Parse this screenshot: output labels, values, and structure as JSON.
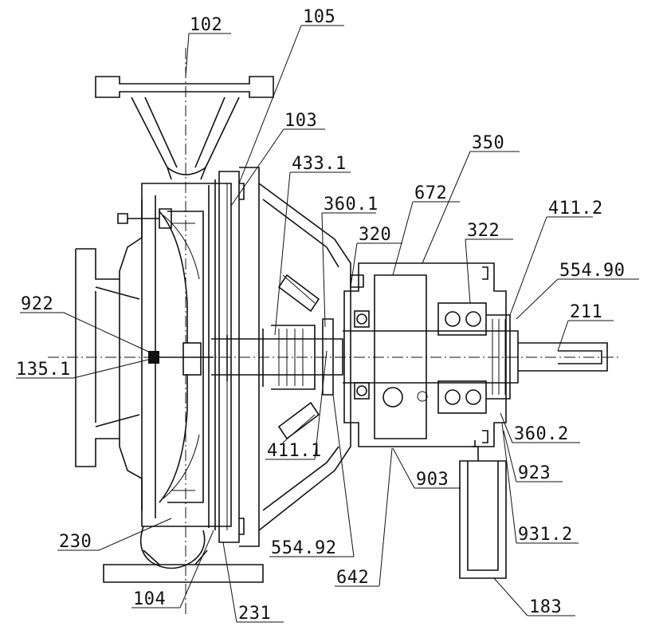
{
  "drawing": {
    "labels": {
      "l102": "102",
      "l105": "105",
      "l103": "103",
      "l433_1": "433.1",
      "l350": "350",
      "l672": "672",
      "l360_1": "360.1",
      "l411_2": "411.2",
      "l320": "320",
      "l322": "322",
      "l554_90": "554.90",
      "l922": "922",
      "l211": "211",
      "l135_1": "135.1",
      "l360_2": "360.2",
      "l411_1": "411.1",
      "l903": "903",
      "l923": "923",
      "l931_2": "931.2",
      "l230": "230",
      "l554_92": "554.92",
      "l642": "642",
      "l104": "104",
      "l231": "231",
      "l183": "183"
    }
  }
}
